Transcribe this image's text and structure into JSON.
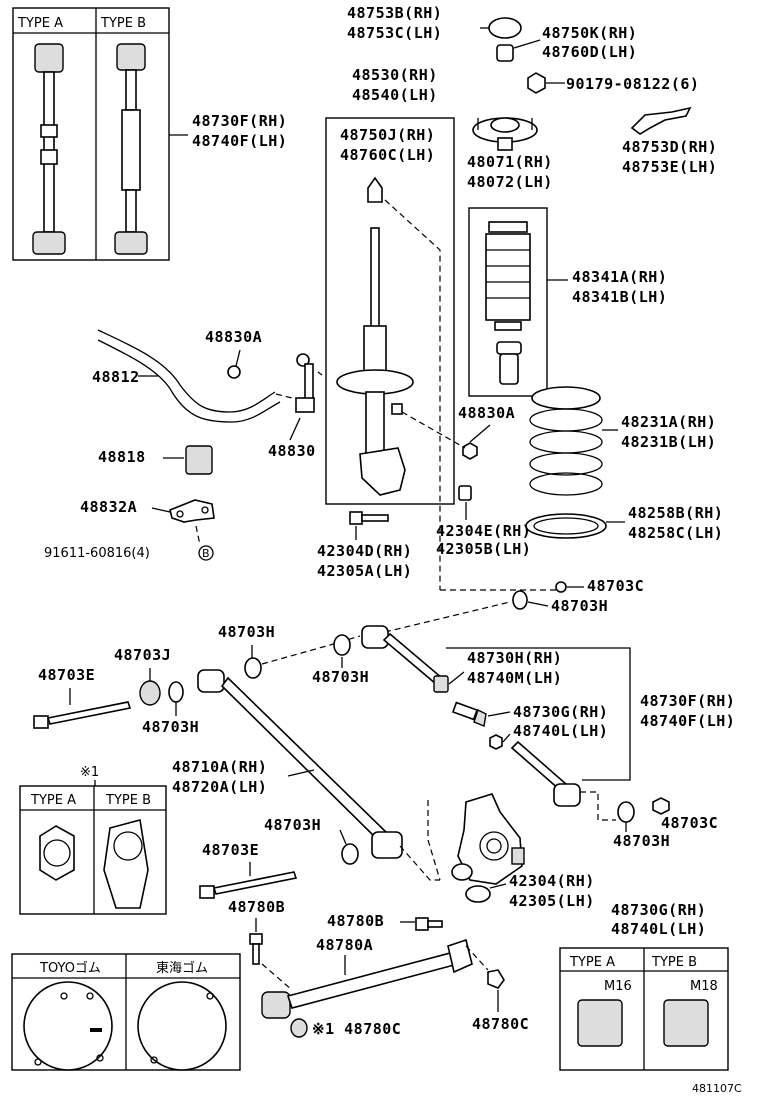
{
  "type_labels": {
    "type_a": "TYPE A",
    "type_b": "TYPE B"
  },
  "parts": {
    "p48753B": "48753B(RH)",
    "p48753C": "48753C(LH)",
    "p48750K": "48750K(RH)",
    "p48760D": "48760D(LH)",
    "p90179": "90179-08122(6)",
    "p48530": "48530(RH)",
    "p48540": "48540(LH)",
    "p48730F_top": "48730F(RH)",
    "p48740F_top": "48740F(LH)",
    "p48750J": "48750J(RH)",
    "p48760C": "48760C(LH)",
    "p48071": "48071(RH)",
    "p48072": "48072(LH)",
    "p48753D": "48753D(RH)",
    "p48753E": "48753E(LH)",
    "p48341A": "48341A(RH)",
    "p48341B": "48341B(LH)",
    "p48830A_1": "48830A",
    "p48812": "48812",
    "p48830A_2": "48830A",
    "p48830": "48830",
    "p48231A": "48231A(RH)",
    "p48231B": "48231B(LH)",
    "p48818": "48818",
    "p48832A": "48832A",
    "p48258B": "48258B(RH)",
    "p48258C": "48258C(LH)",
    "p91611": "91611-60816(4)",
    "p_b": "B",
    "p42304E": "42304E(RH)",
    "p42305B": "42305B(LH)",
    "p42304D": "42304D(RH)",
    "p42305A": "42305A(LH)",
    "p48703C_1": "48703C",
    "p48703H_1": "48703H",
    "p48703H_2": "48703H",
    "p48703J": "48703J",
    "p48703H_3": "48703H",
    "p48730H": "48730H(RH)",
    "p48740M": "48740M(LH)",
    "p48703E_1": "48703E",
    "p48703H_4": "48703H",
    "p48730F_mid": "48730F(RH)",
    "p48740F_mid": "48740F(LH)",
    "p48730G_1": "48730G(RH)",
    "p48740L_1": "48740L(LH)",
    "p48710A": "48710A(RH)",
    "p48720A": "48720A(LH)",
    "p_note1": "※1",
    "p48703H_5": "48703H",
    "p48703C_2": "48703C",
    "p48703H_6": "48703H",
    "p48703E_2": "48703E",
    "p42304": "42304(RH)",
    "p42305": "42305(LH)",
    "p48780B_1": "48780B",
    "p48780B_2": "48780B",
    "p48730G_2": "48730G(RH)",
    "p48740L_2": "48740L(LH)",
    "p48780A": "48780A",
    "p_toyo": "TOYOゴム",
    "p_tokai": "東海ゴム",
    "p48780C_1": "※1 48780C",
    "p48780C_2": "48780C",
    "p_m16": "M16",
    "p_m18": "M18",
    "p_code": "481107C"
  }
}
